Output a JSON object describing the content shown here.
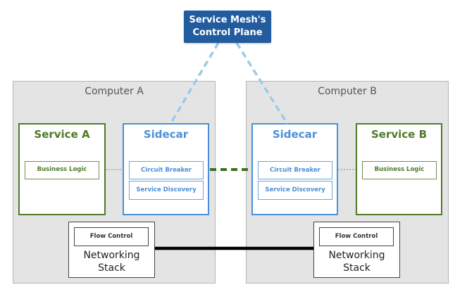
{
  "control_plane": {
    "line1": "Service Mesh's",
    "line2": "Control Plane"
  },
  "computers": [
    {
      "title": "Computer A",
      "service": {
        "title": "Service A",
        "component": "Business Logic"
      },
      "sidecar": {
        "title": "Sidecar",
        "components": [
          "Circuit Breaker",
          "Service Discovery"
        ]
      },
      "networking": {
        "flow_control": "Flow Control",
        "line1": "Networking",
        "line2": "Stack"
      }
    },
    {
      "title": "Computer B",
      "service": {
        "title": "Service B",
        "component": "Business Logic"
      },
      "sidecar": {
        "title": "Sidecar",
        "components": [
          "Circuit Breaker",
          "Service Discovery"
        ]
      },
      "networking": {
        "flow_control": "Flow Control",
        "line1": "Networking",
        "line2": "Stack"
      }
    }
  ],
  "colors": {
    "control_plane": "#225C9E",
    "service": "#4f7a2b",
    "sidecar": "#4a90d9",
    "control_link": "#9ccbe8",
    "sidecar_link": "#3f6e22",
    "network_link": "#000000"
  }
}
